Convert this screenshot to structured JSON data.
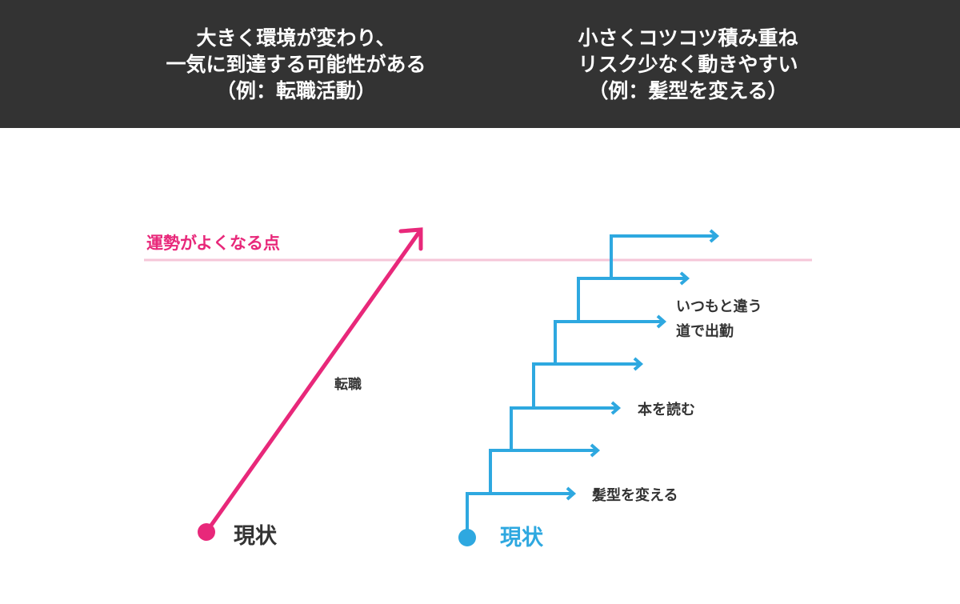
{
  "header": {
    "left": {
      "line1": "大きく環境が変わり、",
      "line2": "一気に到達する可能性がある",
      "line3": "（例：転職活動）"
    },
    "right": {
      "line1": "小さくコツコツ積み重ね",
      "line2": "リスク少なく動きやすい",
      "line3": "（例：髪型を変える）"
    }
  },
  "diagram": {
    "threshold_label": "運勢がよくなる点",
    "left_path": {
      "start_label": "現状",
      "arrow_label": "転職"
    },
    "right_path": {
      "start_label": "現状",
      "step_labels": {
        "step1": "髪型を変える",
        "step3": "本を読む",
        "step5_line1": "いつもと違う",
        "step5_line2": "道で出勤"
      }
    }
  },
  "colors": {
    "header_bg": "#333333",
    "pink": "#e8287a",
    "pink_line": "#f6c6d8",
    "blue": "#2ea8e0",
    "label_dark": "#333333"
  }
}
